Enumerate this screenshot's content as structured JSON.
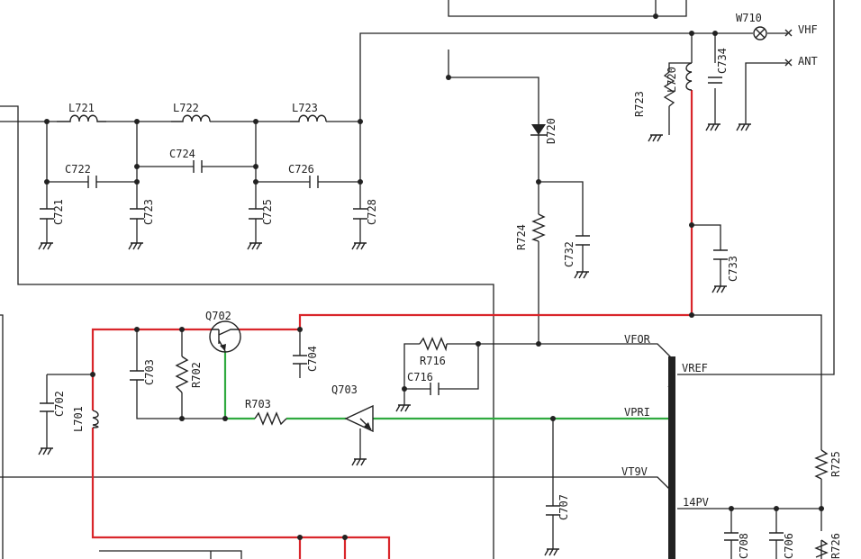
{
  "colors": {
    "wire": "#222222",
    "highlight_red": "#d9262b",
    "highlight_green": "#2faa3f",
    "background": "#ffffff"
  },
  "labels": {
    "W710": "W710",
    "VHF": "VHF",
    "ANT": "ANT",
    "L720": "L720",
    "C734": "C734",
    "R723": "R723",
    "D720": "D720",
    "L721": "L721",
    "L722": "L722",
    "L723": "L723",
    "C721": "C721",
    "C722": "C722",
    "C723": "C723",
    "C724": "C724",
    "C725": "C725",
    "C726": "C726",
    "C728": "C728",
    "R724": "R724",
    "C732": "C732",
    "C733": "C733",
    "Q702": "Q702",
    "C703": "C703",
    "R702": "R702",
    "C704": "C704",
    "C702": "C702",
    "L701": "L701",
    "R703": "R703",
    "Q703": "Q703",
    "R716": "R716",
    "C716": "C716",
    "C707": "C707",
    "VFOR": "VFOR",
    "VREF": "VREF",
    "VPRI": "VPRI",
    "VT9V": "VT9V",
    "P14PV": "14PV",
    "R725": "R725",
    "R726": "R726",
    "C708": "C708",
    "C706": "C706"
  }
}
